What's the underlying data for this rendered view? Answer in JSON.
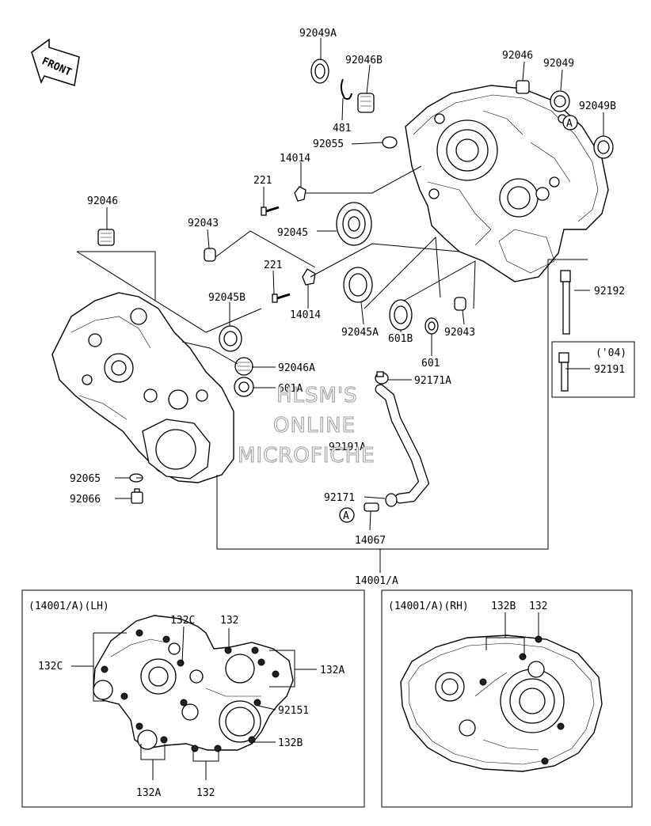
{
  "front_label": "FRONT",
  "parts": {
    "p92049A": "92049A",
    "p92046B": "92046B",
    "p481": "481",
    "p92055": "92055",
    "p92046_top": "92046",
    "p92049": "92049",
    "p92049B": "92049B",
    "p14014_top": "14014",
    "p221_top": "221",
    "p92046_left": "92046",
    "p92043_left": "92043",
    "p92045": "92045",
    "p221_mid": "221",
    "p14014_mid": "14014",
    "p92045B": "92045B",
    "p92045A": "92045A",
    "p601B": "601B",
    "p601": "601",
    "p92043_right": "92043",
    "p92192": "92192",
    "p92191": "92191",
    "p04_note": "('04)",
    "p92046A": "92046A",
    "p601A": "601A",
    "p92171A": "92171A",
    "p92191A": "92191A",
    "p92065": "92065",
    "p92066": "92066",
    "p92171": "92171",
    "pA_bottom": "A",
    "pA_top": "A",
    "p14067": "14067",
    "p14001A": "14001/A"
  },
  "watermark": [
    "HLSM'S",
    "ONLINE",
    "MICROFICHE"
  ],
  "lh_panel": {
    "title": "(14001/A)(LH)",
    "labels": {
      "l132C_top": "132C",
      "l132_top": "132",
      "l132C_left": "132C",
      "l132A_right": "132A",
      "l92151": "92151",
      "l132B": "132B",
      "l132A_bottom": "132A",
      "l132_bottom": "132"
    }
  },
  "rh_panel": {
    "title": "(14001/A)(RH)",
    "labels": {
      "r132B": "132B",
      "r132": "132"
    }
  }
}
